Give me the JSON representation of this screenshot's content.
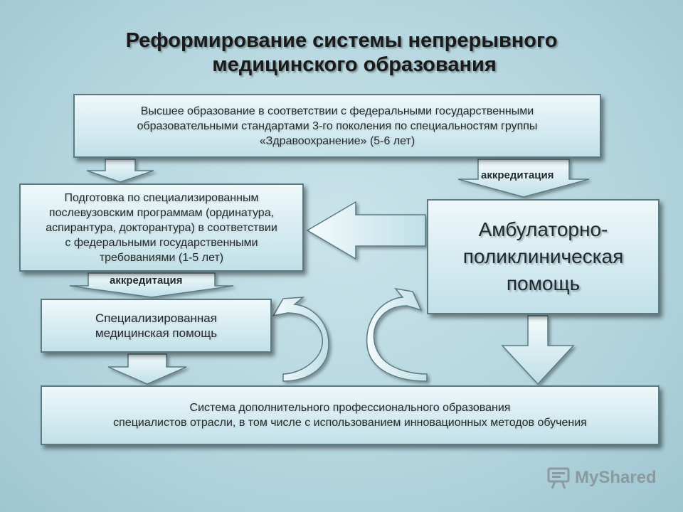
{
  "title": {
    "line1": "Реформирование системы непрерывного",
    "line2": "медицинского образования"
  },
  "boxes": {
    "higher_education": {
      "line1": "Высшее образование в соответствии с федеральными  государственными",
      "line2": "образовательными стандартами 3-го поколения по специальностям группы",
      "line3": "«Здравоохранение» (5-6 лет)"
    },
    "postgraduate": {
      "line1": "Подготовка по специализированным",
      "line2": "послевузовским программам (ординатура,",
      "line3": "аспирантура, докторантура) в соответствии",
      "line4": "с федеральными государственными",
      "line5": "требованиями (1-5 лет)"
    },
    "outpatient": {
      "line1": "Амбулаторно-",
      "line2": "поликлиническая",
      "line3": "помощь"
    },
    "specialized": {
      "line1": "Специализированная",
      "line2": "медицинская помощь"
    },
    "continuing": {
      "line1": "Система дополнительного профессионального образования",
      "line2": "специалистов отрасли, в том числе с использованием инновационных методов обучения"
    }
  },
  "labels": {
    "accreditation_1": "аккредитация",
    "accreditation_2": "аккредитация"
  },
  "watermark": {
    "text": "MyShared",
    "icon": "presentation-board-icon"
  }
}
